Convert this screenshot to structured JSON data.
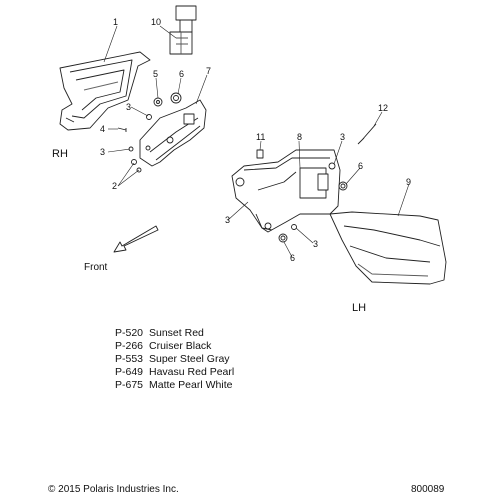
{
  "callouts": {
    "n1": "1",
    "n10": "10",
    "n5": "5",
    "n6a": "6",
    "n7": "7",
    "n3a": "3",
    "n4": "4",
    "n3b": "3",
    "n2": "2",
    "n11": "11",
    "n8": "8",
    "n3c": "3",
    "n12": "12",
    "n6b": "6",
    "n9": "9",
    "n3d": "3",
    "n3e": "3",
    "n6c": "6"
  },
  "sides": {
    "rh": "RH",
    "lh": "LH"
  },
  "front_label": "Front",
  "colors": [
    {
      "code": "P-520",
      "name": "Sunset Red"
    },
    {
      "code": "P-266",
      "name": "Cruiser Black"
    },
    {
      "code": "P-553",
      "name": "Super Steel Gray"
    },
    {
      "code": "P-649",
      "name": "Havasu Red Pearl"
    },
    {
      "code": "P-675",
      "name": "Matte Pearl White"
    }
  ],
  "footer": {
    "copyright": "© 2015 Polaris Industries Inc.",
    "diagram_id": "800089"
  }
}
